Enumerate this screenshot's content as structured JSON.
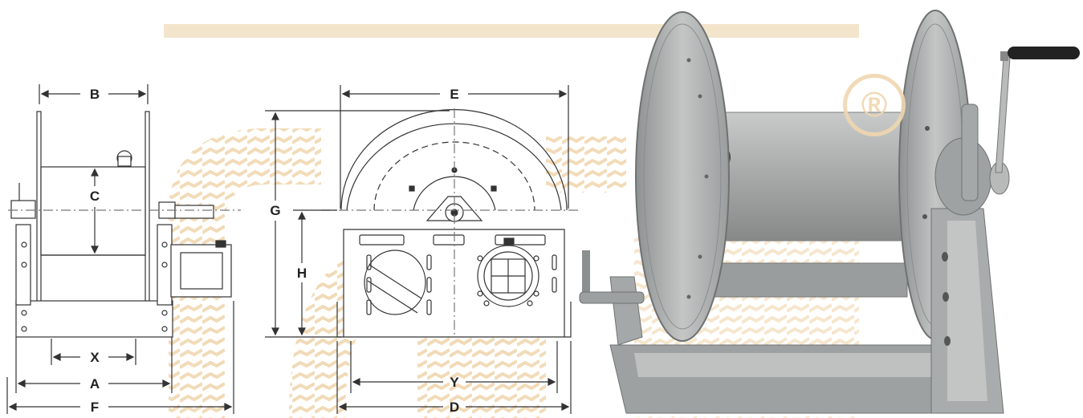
{
  "dimensions": {
    "side_view": {
      "B": "B",
      "C": "C",
      "X": "X",
      "A": "A",
      "F": "F"
    },
    "front_view": {
      "E": "E",
      "G": "G",
      "H": "H",
      "Y": "Y",
      "D": "D"
    }
  },
  "watermark": {
    "symbol": "®"
  },
  "colors": {
    "line": "#333333",
    "steel": "#a9abab",
    "steel_dark": "#7d8080",
    "watermark": "#f0d7b0"
  },
  "icons": [
    "crank-handle-icon",
    "hose-reel-icon",
    "registered-mark-icon"
  ]
}
